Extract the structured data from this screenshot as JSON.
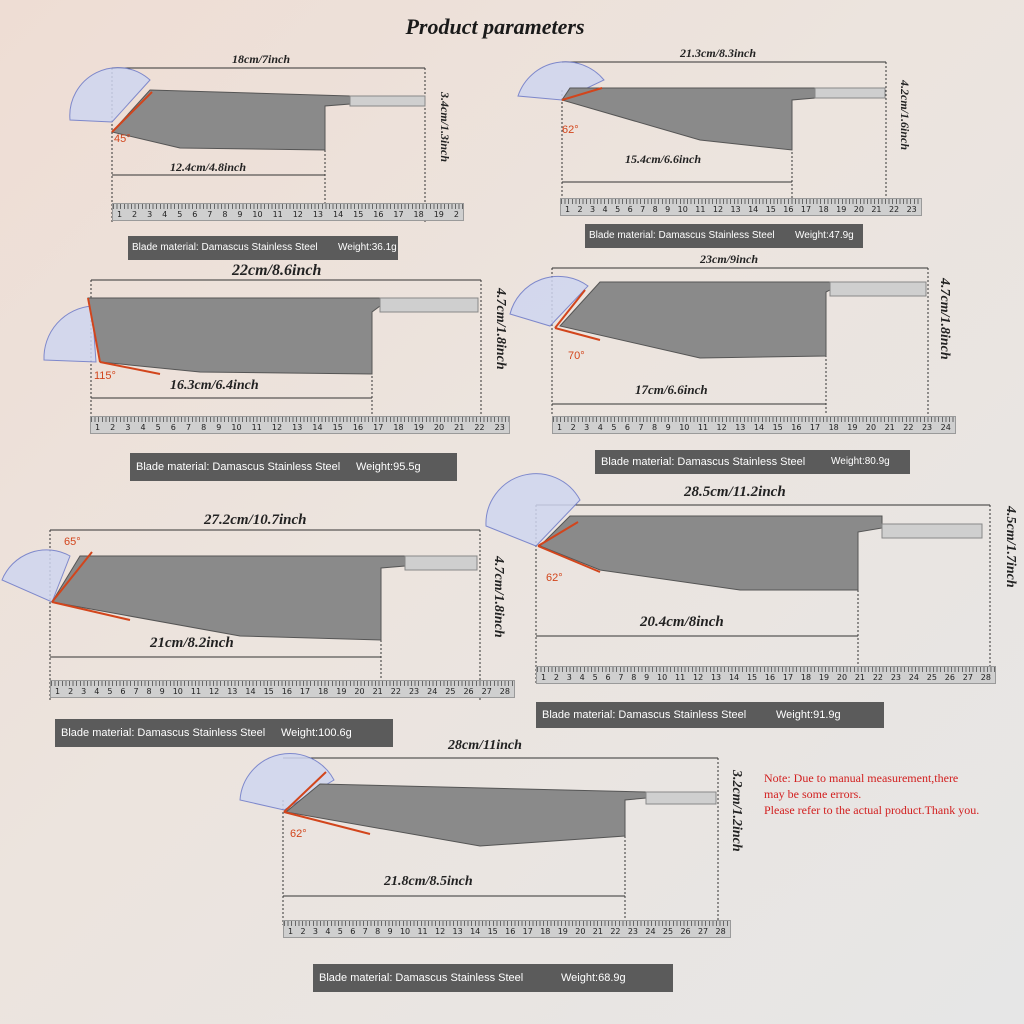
{
  "title": "Product parameters",
  "note": {
    "line1": "Note: Due to manual measurement,there",
    "line2": "may be some errors.",
    "line3": "Please refer to the actual product.Thank you."
  },
  "knives": [
    {
      "length": "18cm/7inch",
      "blade": "12.4cm/4.8inch",
      "height": "3.4cm/1.3inch",
      "angle": "45°",
      "material": "Blade material: Damascus Stainless Steel",
      "weight": "Weight:36.1g",
      "ruler": [
        "1",
        "2",
        "3",
        "4",
        "5",
        "6",
        "7",
        "8",
        "9",
        "10",
        "11",
        "12",
        "13",
        "14",
        "15",
        "16",
        "17",
        "18",
        "19",
        "2"
      ]
    },
    {
      "length": "21.3cm/8.3inch",
      "blade": "15.4cm/6.6inch",
      "height": "4.2cm/1.6inch",
      "angle": "62°",
      "material": "Blade material: Damascus Stainless Steel",
      "weight": "Weight:47.9g",
      "ruler": [
        "1",
        "2",
        "3",
        "4",
        "5",
        "6",
        "7",
        "8",
        "9",
        "10",
        "11",
        "12",
        "13",
        "14",
        "15",
        "16",
        "17",
        "18",
        "19",
        "20",
        "21",
        "22",
        "23"
      ]
    },
    {
      "length": "22cm/8.6inch",
      "blade": "16.3cm/6.4inch",
      "height": "4.7cm/1.8inch",
      "angle": "115°",
      "material": "Blade material: Damascus Stainless Steel",
      "weight": "Weight:95.5g",
      "ruler": [
        "1",
        "2",
        "3",
        "4",
        "5",
        "6",
        "7",
        "8",
        "9",
        "10",
        "11",
        "12",
        "13",
        "14",
        "15",
        "16",
        "17",
        "18",
        "19",
        "20",
        "21",
        "22",
        "23"
      ]
    },
    {
      "length": "23cm/9inch",
      "blade": "17cm/6.6inch",
      "height": "4.7cm/1.8inch",
      "angle": "70°",
      "material": "Blade material: Damascus Stainless Steel",
      "weight": "Weight:80.9g",
      "ruler": [
        "1",
        "2",
        "3",
        "4",
        "5",
        "6",
        "7",
        "8",
        "9",
        "10",
        "11",
        "12",
        "13",
        "14",
        "15",
        "16",
        "17",
        "18",
        "19",
        "20",
        "21",
        "22",
        "23",
        "24"
      ]
    },
    {
      "length": "27.2cm/10.7inch",
      "blade": "21cm/8.2inch",
      "height": "4.7cm/1.8inch",
      "angle": "65°",
      "material": "Blade material: Damascus Stainless Steel",
      "weight": "Weight:100.6g",
      "ruler": [
        "1",
        "2",
        "3",
        "4",
        "5",
        "6",
        "7",
        "8",
        "9",
        "10",
        "11",
        "12",
        "13",
        "14",
        "15",
        "16",
        "17",
        "18",
        "19",
        "20",
        "21",
        "22",
        "23",
        "24",
        "25",
        "26",
        "27",
        "28"
      ]
    },
    {
      "length": "28.5cm/11.2inch",
      "blade": "20.4cm/8inch",
      "height": "4.5cm/1.7inch",
      "angle": "62°",
      "material": "Blade material: Damascus Stainless Steel",
      "weight": "Weight:91.9g",
      "ruler": [
        "1",
        "2",
        "3",
        "4",
        "5",
        "6",
        "7",
        "8",
        "9",
        "10",
        "11",
        "12",
        "13",
        "14",
        "15",
        "16",
        "17",
        "18",
        "19",
        "20",
        "21",
        "22",
        "23",
        "24",
        "25",
        "26",
        "27",
        "28"
      ]
    },
    {
      "length": "28cm/11inch",
      "blade": "21.8cm/8.5inch",
      "height": "3.2cm/1.2inch",
      "angle": "62°",
      "material": "Blade material: Damascus Stainless Steel",
      "weight": "Weight:68.9g",
      "ruler": [
        "1",
        "2",
        "3",
        "4",
        "5",
        "6",
        "7",
        "8",
        "9",
        "10",
        "11",
        "12",
        "13",
        "14",
        "15",
        "16",
        "17",
        "18",
        "19",
        "20",
        "21",
        "22",
        "23",
        "24",
        "25",
        "26",
        "27",
        "28"
      ]
    }
  ]
}
